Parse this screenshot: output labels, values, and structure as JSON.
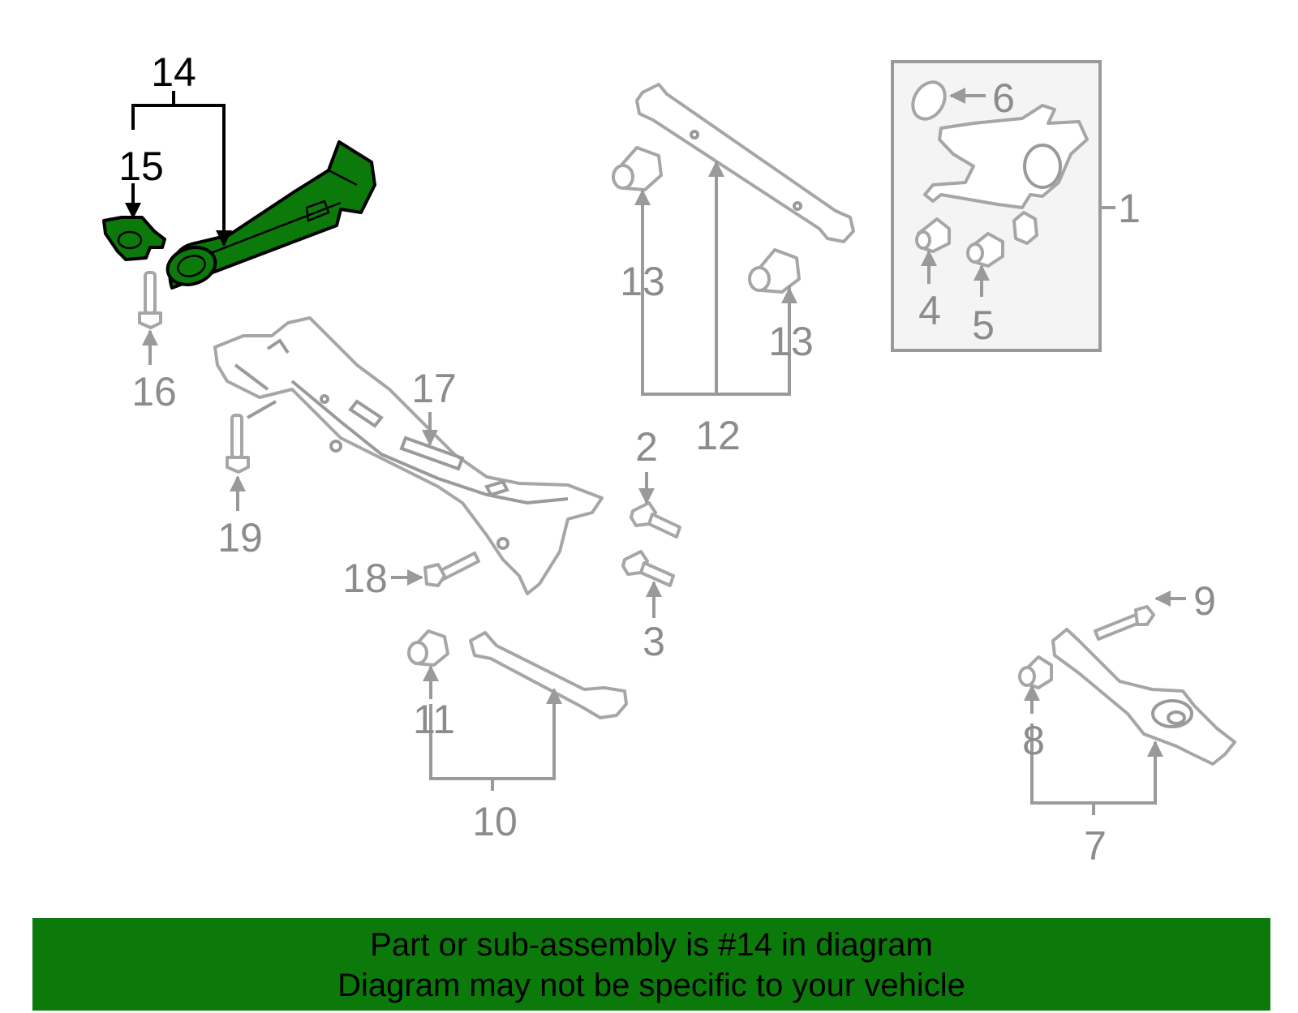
{
  "diagram": {
    "callouts": [
      {
        "id": "c1",
        "text": "1"
      },
      {
        "id": "c2",
        "text": "2"
      },
      {
        "id": "c3",
        "text": "3"
      },
      {
        "id": "c4",
        "text": "4"
      },
      {
        "id": "c5",
        "text": "5"
      },
      {
        "id": "c6",
        "text": "6"
      },
      {
        "id": "c7",
        "text": "7"
      },
      {
        "id": "c8",
        "text": "8"
      },
      {
        "id": "c9",
        "text": "9"
      },
      {
        "id": "c10",
        "text": "10"
      },
      {
        "id": "c11",
        "text": "11"
      },
      {
        "id": "c12",
        "text": "12"
      },
      {
        "id": "c13a",
        "text": "13"
      },
      {
        "id": "c13b",
        "text": "13"
      },
      {
        "id": "c14",
        "text": "14"
      },
      {
        "id": "c15",
        "text": "15"
      },
      {
        "id": "c16",
        "text": "16"
      },
      {
        "id": "c17",
        "text": "17"
      },
      {
        "id": "c18",
        "text": "18"
      },
      {
        "id": "c19",
        "text": "19"
      }
    ],
    "highlight_color": "#0b7a0b",
    "part_color": "#a6a6a6",
    "highlighted_part": "14"
  },
  "banner": {
    "line1": "Part or sub-assembly is #14 in diagram",
    "line2": "Diagram may not be specific to your vehicle"
  }
}
